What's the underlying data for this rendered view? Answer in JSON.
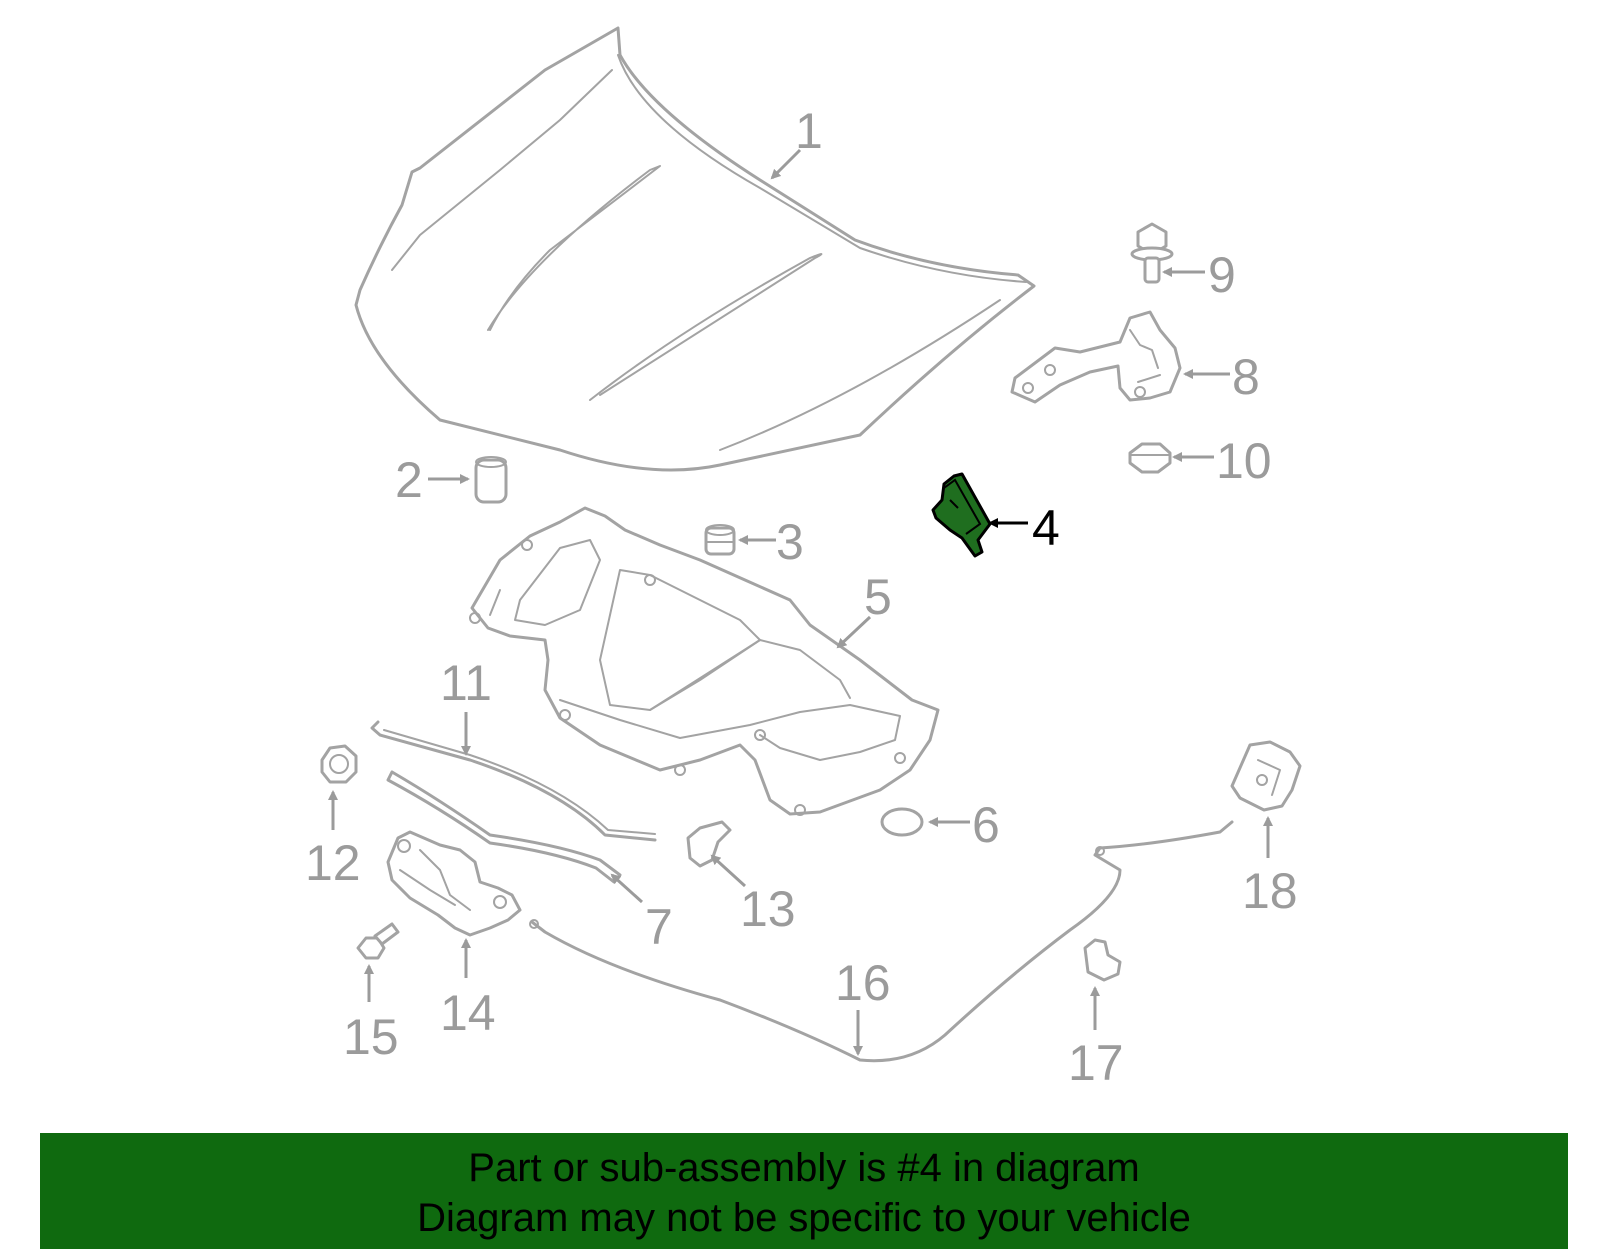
{
  "diagram": {
    "highlight_color": "#1f6e1f",
    "callouts": [
      "1",
      "2",
      "3",
      "4",
      "5",
      "6",
      "7",
      "8",
      "9",
      "10",
      "11",
      "12",
      "13",
      "14",
      "15",
      "16",
      "17",
      "18"
    ],
    "highlighted_part": "4"
  },
  "banner": {
    "line1": "Part or sub-assembly is #4 in diagram",
    "line2": "Diagram may not be specific to your vehicle",
    "background": "#0f6a0f"
  }
}
